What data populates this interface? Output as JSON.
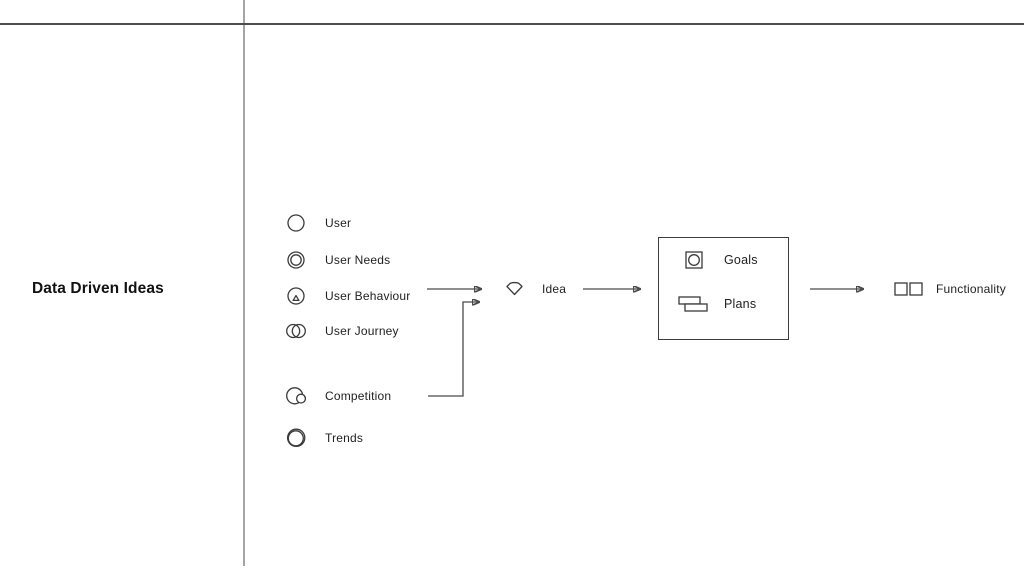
{
  "board": {
    "title": "Data Driven Ideas"
  },
  "sources": {
    "items": [
      {
        "label": "User",
        "icon": "circle-icon"
      },
      {
        "label": "User Needs",
        "icon": "concentric-circles-icon"
      },
      {
        "label": "User Behaviour",
        "icon": "circle-triangle-icon"
      },
      {
        "label": "User Journey",
        "icon": "venn-circles-icon"
      },
      {
        "label": "Competition",
        "icon": "big-small-circles-icon"
      },
      {
        "label": "Trends",
        "icon": "double-ring-icon"
      }
    ]
  },
  "idea": {
    "label": "Idea",
    "icon": "gem-icon"
  },
  "plan_box": {
    "goals_label": "Goals",
    "plans_label": "Plans"
  },
  "output": {
    "label": "Functionality",
    "icon": "two-squares-icon"
  },
  "colors": {
    "vertical_guide": "#a5a5a5",
    "horizontal_guide": "#4d4d4d",
    "shape_stroke": "#3a3a3a",
    "connector": "#4a4a4a",
    "text": "#1f1f1f",
    "title_text": "#111111",
    "background": "#ffffff"
  }
}
